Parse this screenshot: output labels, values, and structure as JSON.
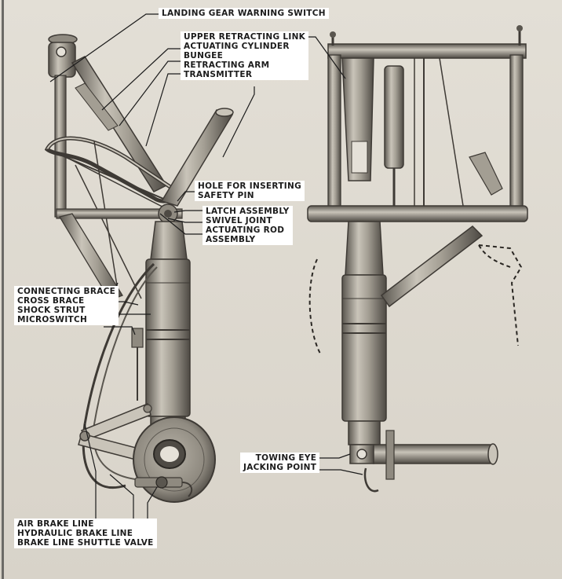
{
  "labels": {
    "landing_gear_warning_switch": "LANDING GEAR WARNING SWITCH",
    "upper_retracting_link": "UPPER RETRACTING LINK",
    "actuating_cylinder": "ACTUATING CYLINDER",
    "bungee": "BUNGEE",
    "retracting_arm": "RETRACTING ARM",
    "transmitter": "TRANSMITTER",
    "hole_for_inserting": "HOLE FOR INSERTING",
    "safety_pin": "SAFETY PIN",
    "latch_assembly": "LATCH ASSEMBLY",
    "swivel_joint": "SWIVEL JOINT",
    "actuating_rod": "ACTUATING ROD",
    "assembly": "ASSEMBLY",
    "connecting_brace": "CONNECTING BRACE",
    "cross_brace": "CROSS BRACE",
    "shock_strut": "SHOCK STRUT",
    "microswitch": "MICROSWITCH",
    "towing_eye": "TOWING EYE",
    "jacking_point": "JACKING POINT",
    "air_brake_line": "AIR BRAKE LINE",
    "hydraulic_brake_line": "HYDRAULIC BRAKE LINE",
    "brake_line_shuttle_valve": "BRAKE LINE SHUTTLE VALVE"
  },
  "colors": {
    "background": "#ddd9d0",
    "metal_light": "#c9c4b9",
    "metal_mid": "#8f8a80",
    "metal_dark": "#4e4a44",
    "label_bg": "#ffffff",
    "leader": "#1c1c1c"
  }
}
